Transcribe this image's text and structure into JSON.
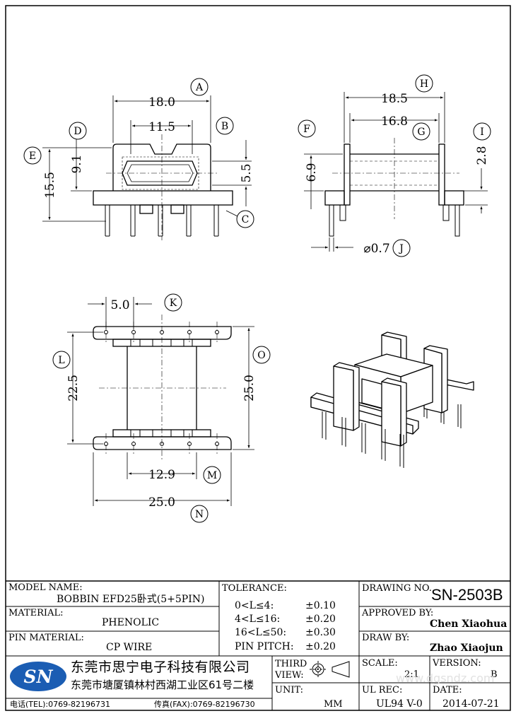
{
  "dims": {
    "a": "18.0",
    "b": "11.5",
    "c": "15.5",
    "d": "9.1",
    "e": "5.5",
    "f": "18.5",
    "g": "16.8",
    "h": "6.9",
    "i": "2.8",
    "j": "⌀0.7",
    "k": "5.0",
    "l": "22.5",
    "m": "25.0",
    "n": "12.9",
    "o": "25.0"
  },
  "callouts": [
    "A",
    "B",
    "C",
    "D",
    "E",
    "F",
    "G",
    "H",
    "I",
    "J",
    "K",
    "L",
    "M",
    "N",
    "O"
  ],
  "title_block": {
    "model_name_label": "MODEL NAME:",
    "model_name": "BOBBIN EFD25卧式(5+5PIN)",
    "material_label": "MATERIAL:",
    "material": "PHENOLIC",
    "pin_material_label": "PIN MATERIAL:",
    "pin_material": "CP WIRE",
    "tolerance_label": "TOLERANCE:",
    "tolerances": [
      {
        "range": "0<L≤4:",
        "value": "±0.10"
      },
      {
        "range": "4<L≤16:",
        "value": "±0.20"
      },
      {
        "range": "16<L≤50:",
        "value": "±0.30"
      },
      {
        "range": "PIN PITCH:",
        "value": "±0.20"
      }
    ],
    "drawing_no_label": "DRAWING NO.",
    "drawing_no": "SN-2503B",
    "approved_by_label": "APPROVED BY:",
    "approved_by": "Chen Xiaohua",
    "draw_by_label": "DRAW BY:",
    "draw_by": "Zhao Xiaojun",
    "company_logo": "SN",
    "company_name": "东莞市思宁电子科技有限公司",
    "company_address": "东莞市塘厦镇林村西湖工业区61号二楼",
    "tel": "电话(TEL):0769-82196731",
    "fax": "传真(FAX):0769-82196730",
    "third_view_label": "THIRD VIEW:",
    "unit_label": "UNIT:",
    "unit": "MM",
    "scale_label": "SCALE:",
    "scale": "2:1",
    "version_label": "VERSION:",
    "version": "B",
    "ul_rec_label": "UL REC:",
    "ul_rec": "UL94 V-0",
    "date_label": "DATE:",
    "date": "2014-07-21",
    "watermark": "www.dgsndz.com"
  }
}
